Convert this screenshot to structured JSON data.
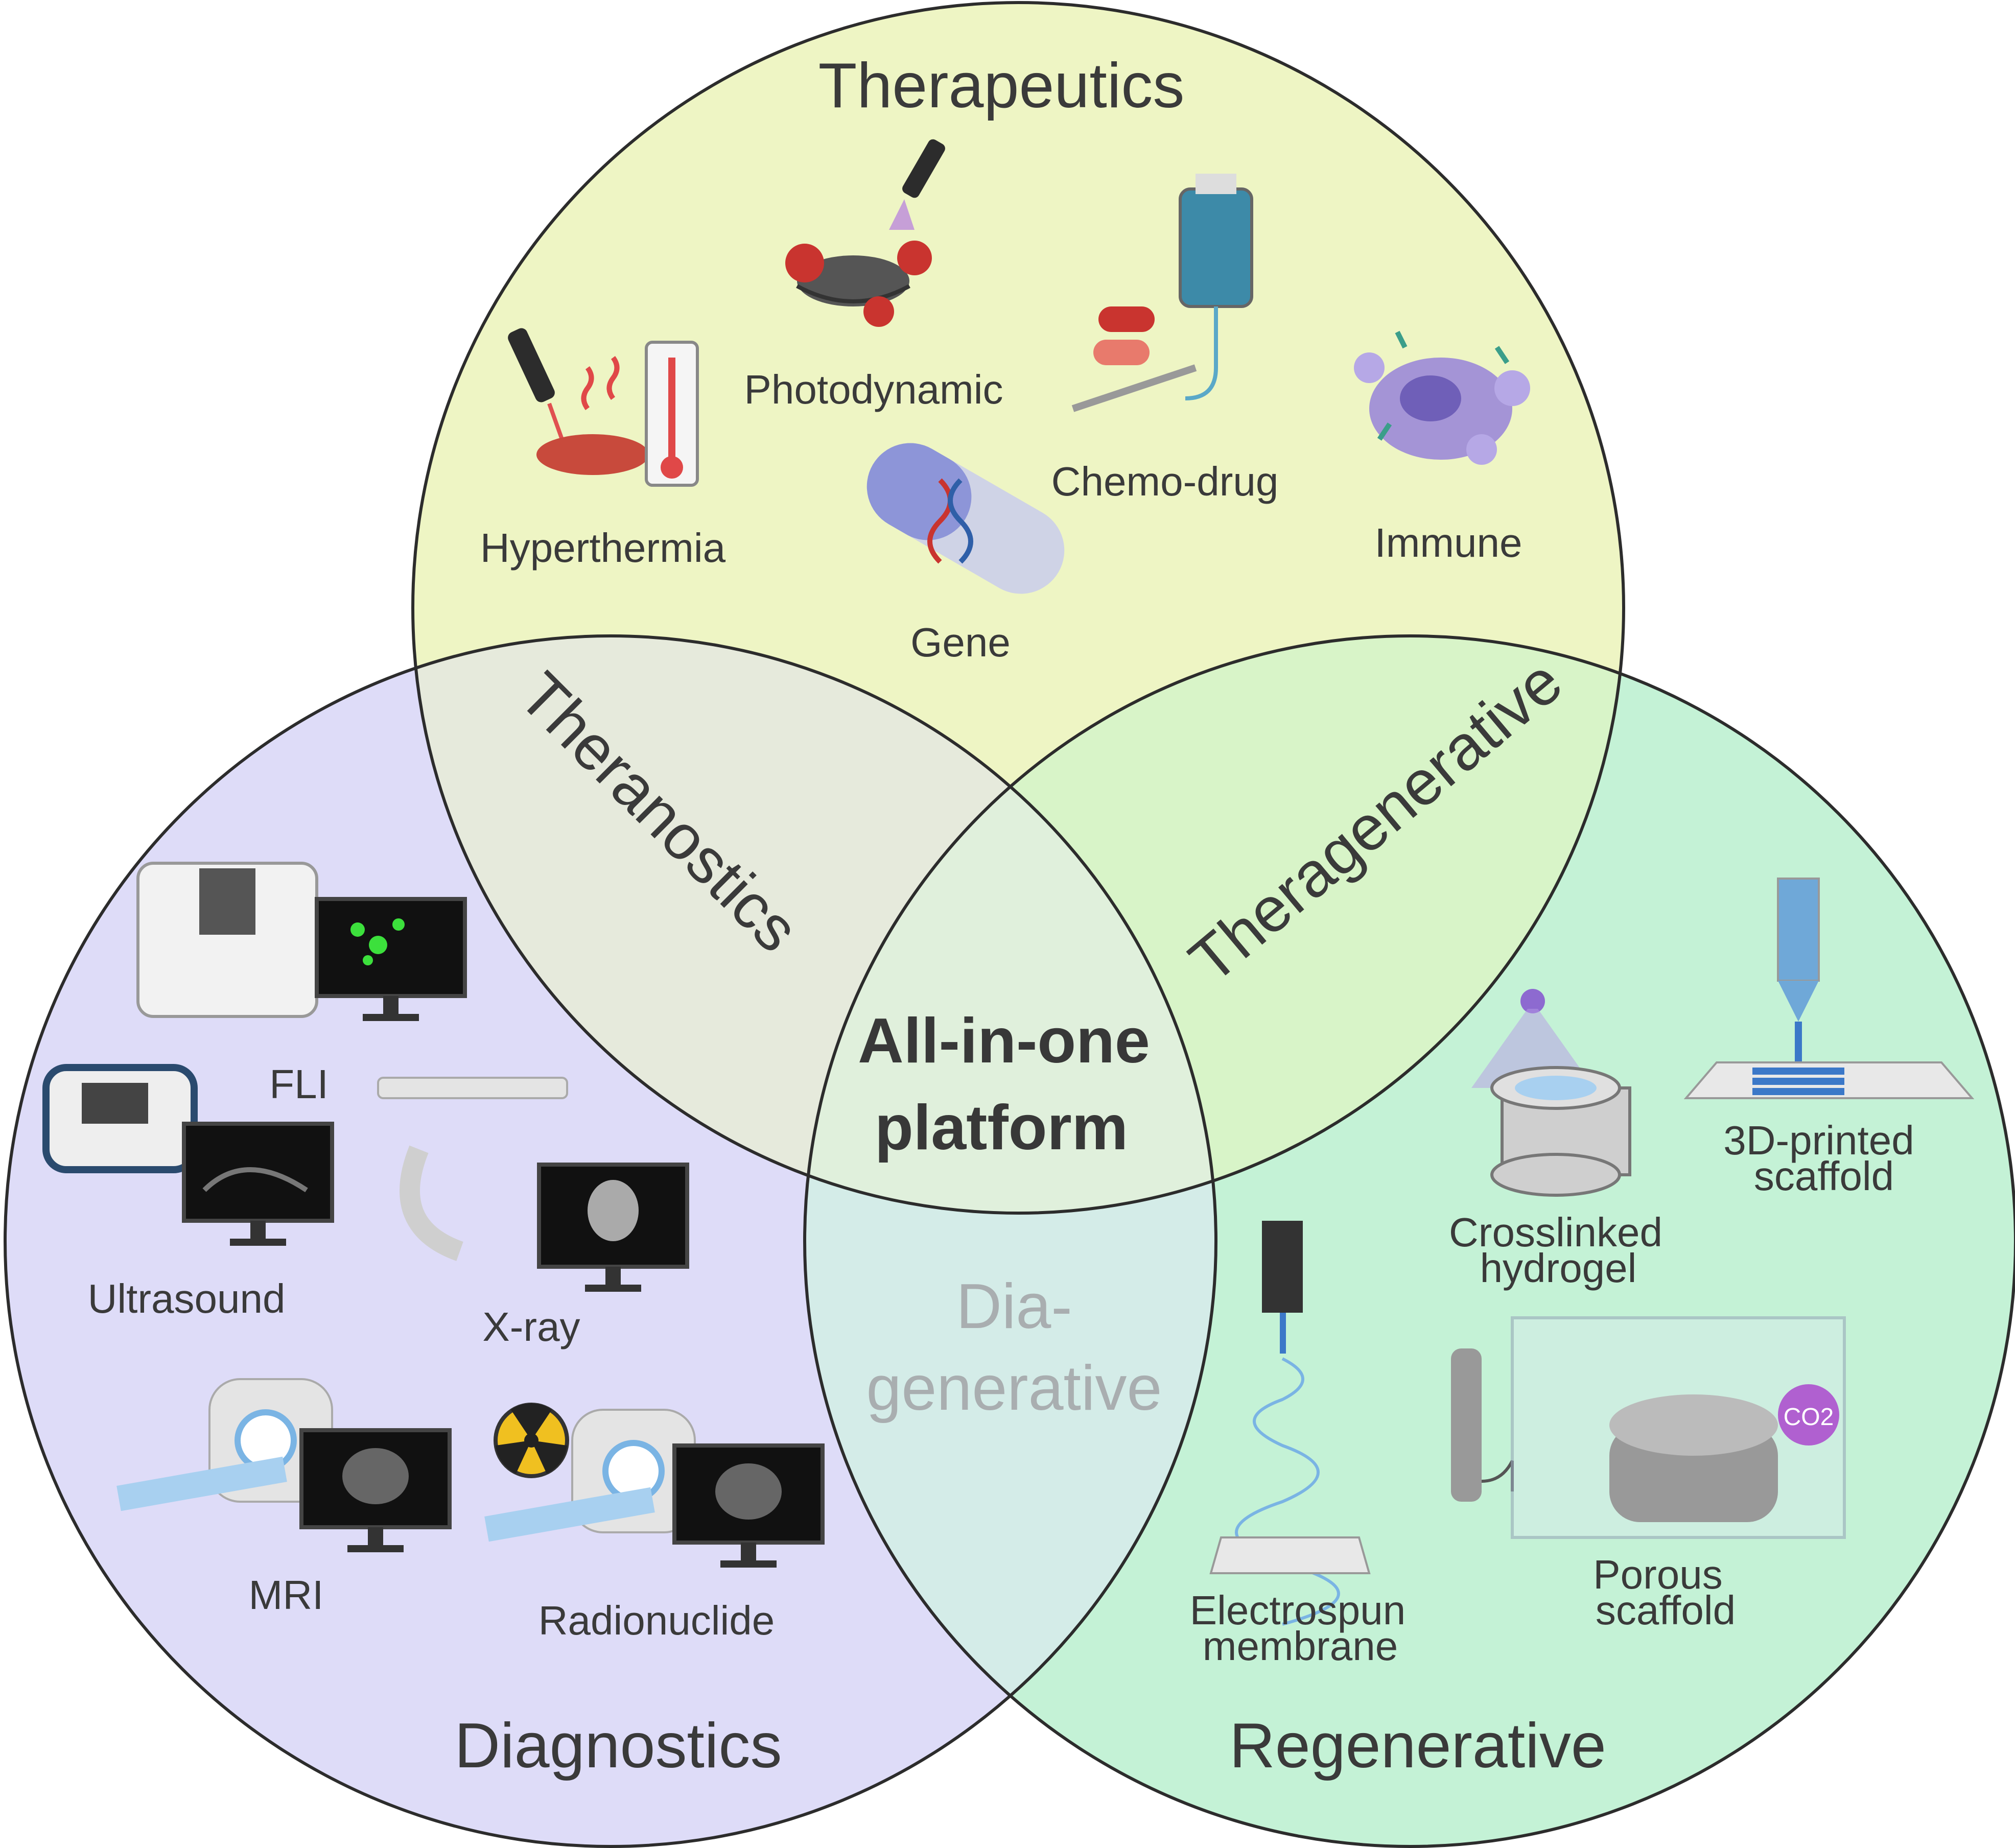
{
  "colors": {
    "therapeutics": "#eef5c4",
    "diagnostics": "#dedcf8",
    "regenerative": "#c4f2d6",
    "theranostics": "#e6eadc",
    "theragenerative": "#d8f4c8",
    "diagenerative": "#d4ece8",
    "center": "#e0f0dc",
    "outline": "#2c2c2c"
  },
  "circles": {
    "therapeutics": "Therapeutics",
    "diagnostics": "Diagnostics",
    "regenerative": "Regenerative"
  },
  "overlaps": {
    "theranostics": "Theranostics",
    "theragenerative": "Theragenerative",
    "diagenerative_line1": "Dia-",
    "diagenerative_line2": "generative",
    "center_line1": "All-in-one",
    "center_line2": "platform"
  },
  "therapeutics_items": {
    "photodynamic": "Photodynamic",
    "hyperthermia": "Hyperthermia",
    "chemo_drug": "Chemo-drug",
    "immune": "Immune",
    "gene": "Gene"
  },
  "diagnostics_items": {
    "fli": "FLI",
    "ultrasound": "Ultrasound",
    "xray": "X-ray",
    "mri": "MRI",
    "radionuclide": "Radionuclide"
  },
  "regenerative_items": {
    "printed_line1": "3D-printed",
    "printed_line2": "scaffold",
    "hydrogel_line1": "Crosslinked",
    "hydrogel_line2": "hydrogel",
    "electrospun_line1": "Electrospun",
    "electrospun_line2": "membrane",
    "porous_line1": "Porous",
    "porous_line2": "scaffold",
    "co2": "CO2"
  }
}
